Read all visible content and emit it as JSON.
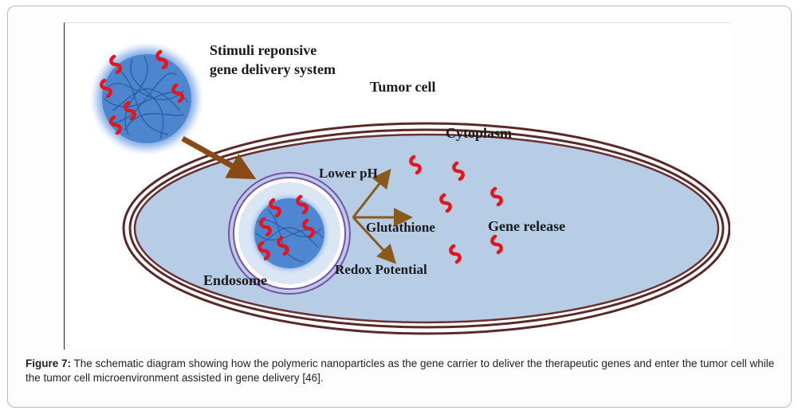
{
  "diagram": {
    "label_system_line1": "Stimuli reponsive",
    "label_system_line2": "gene delivery system",
    "label_tumor_cell": "Tumor cell",
    "label_cytoplasm": "Cytoplasm",
    "label_lower_ph": "Lower pH",
    "label_glutathione": "Glutathione",
    "label_redox": "Redox Potential",
    "label_gene_release": "Gene release",
    "label_endosome": "Endosome",
    "colors": {
      "cell_fill": "#b7cde6",
      "membrane": "#5a2a2a",
      "nanoparticle": "#4d86cf",
      "gene": "#e8141a",
      "arrow": "#8a5a1c",
      "endosome_ring": "#7a4fa8"
    }
  },
  "caption": {
    "label": "Figure 7:",
    "text": " The schematic diagram showing how the polymeric nanoparticles as the gene carrier to deliver the therapeutic genes and enter the tumor cell while the tumor cell microenvironment assisted in gene delivery [46]."
  }
}
